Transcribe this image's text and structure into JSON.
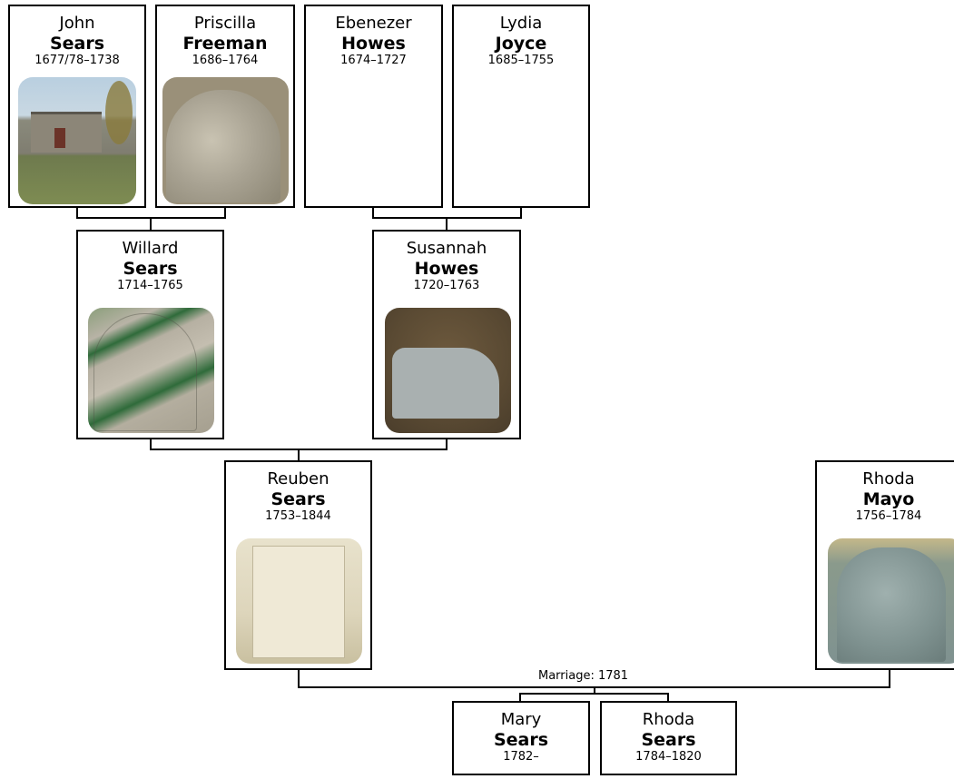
{
  "people": {
    "john": {
      "given": "John",
      "surname": "Sears",
      "dates": "1677/78–1738",
      "photo": "house-photo"
    },
    "priscilla": {
      "given": "Priscilla",
      "surname": "Freeman",
      "dates": "1686–1764",
      "photo": "gravestone-photo"
    },
    "ebenezer": {
      "given": "Ebenezer",
      "surname": "Howes",
      "dates": "1674–1727"
    },
    "lydia": {
      "given": "Lydia",
      "surname": "Joyce",
      "dates": "1685–1755"
    },
    "willard": {
      "given": "Willard",
      "surname": "Sears",
      "dates": "1714–1765",
      "photo": "gravestone-photo"
    },
    "susannah": {
      "given": "Susannah",
      "surname": "Howes",
      "dates": "1720–1763",
      "photo": "gravestone-photo"
    },
    "reuben": {
      "given": "Reuben",
      "surname": "Sears",
      "dates": "1753–1844",
      "photo": "gravestone-photo"
    },
    "rhoda_mayo": {
      "given": "Rhoda",
      "surname": "Mayo",
      "dates": "1756–1784",
      "photo": "gravestone-photo"
    },
    "mary": {
      "given": "Mary",
      "surname": "Sears",
      "dates": "1782–"
    },
    "rhoda_sears": {
      "given": "Rhoda",
      "surname": "Sears",
      "dates": "1784–1820"
    }
  },
  "marriage_label": "Marriage: 1781",
  "colors": {
    "border": "#000000",
    "background": "#ffffff"
  }
}
